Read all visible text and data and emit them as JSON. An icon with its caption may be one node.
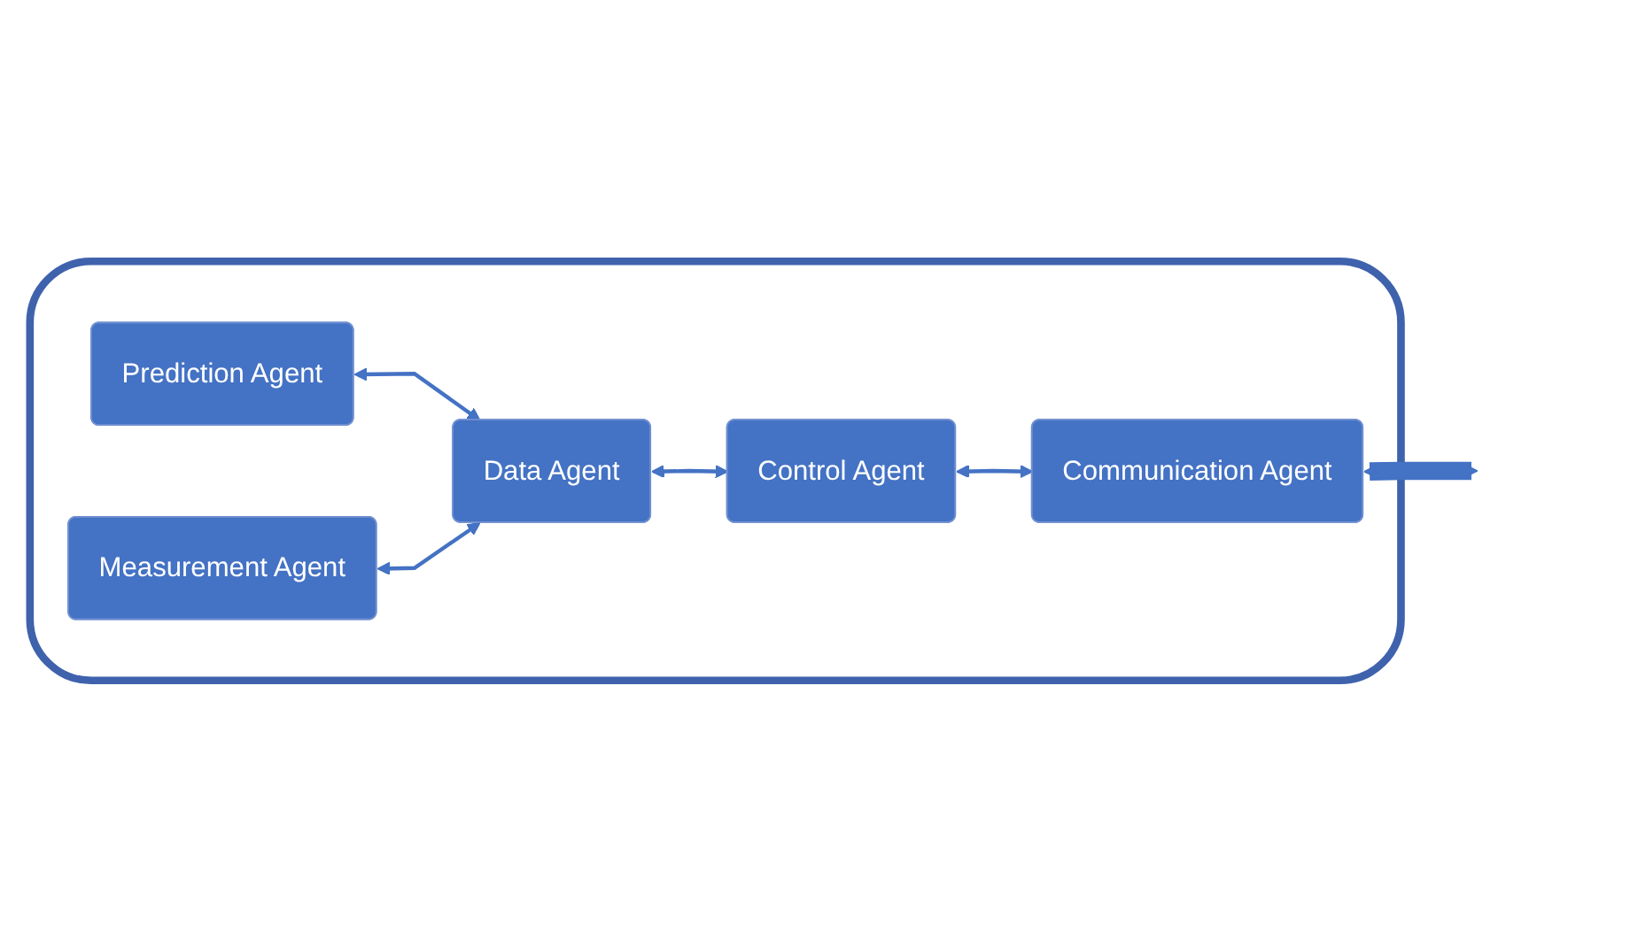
{
  "diagram": {
    "nodes": [
      {
        "text": [],
        "shape": "box"
      },
      {
        "text": [
          "Prediction Agent"
        ],
        "in": 0
      },
      {
        "text": [
          "Data Agent"
        ],
        "in": 0
      },
      {
        "text": [
          "Control Agent"
        ],
        "in": 0
      },
      {
        "text": [
          "Communication Agent"
        ],
        "in": 0
      },
      {
        "text": [
          "Measurement Agent"
        ],
        "in": 0
      }
    ],
    "edges": [
      {
        "from": 1,
        "to": 2,
        "arrow": "both"
      },
      {
        "from": 5,
        "to": 2,
        "arrow": "both"
      },
      {
        "from": 2,
        "to": 3,
        "arrow": "both"
      },
      {
        "from": 3,
        "to": 4,
        "arrow": "both"
      },
      {
        "from": 4,
        "to": null,
        "arrow": "both",
        "style": "thick"
      }
    ]
  }
}
